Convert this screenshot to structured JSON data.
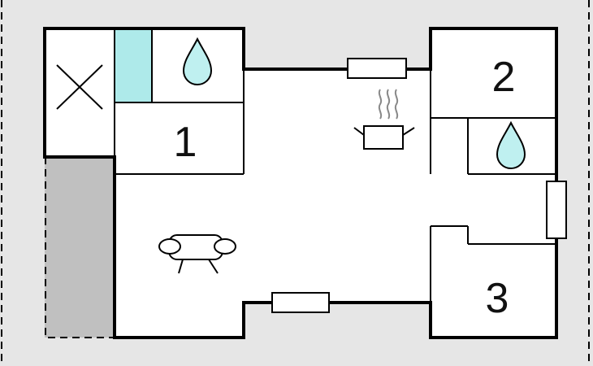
{
  "rooms": [
    {
      "number": "1",
      "type": "bedroom"
    },
    {
      "number": "2",
      "type": "bedroom"
    },
    {
      "number": "3",
      "type": "bedroom"
    }
  ],
  "icons": [
    "water-drop-icon",
    "water-drop-icon",
    "cooking-pot-icon",
    "sofa-icon",
    "stairs-cross-icon"
  ],
  "colors": {
    "background": "#e6e6e6",
    "floor": "#ffffff",
    "wall": "#000000",
    "terrace": "#c0c0c0",
    "shower": "#aeeaea",
    "water": "#bff0f0"
  }
}
